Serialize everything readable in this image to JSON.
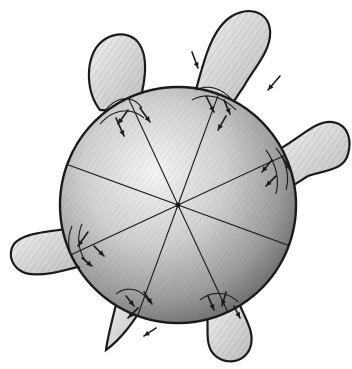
{
  "figure": {
    "sectors": 8,
    "lobes": [
      {
        "id": "top-left"
      },
      {
        "id": "top-right"
      },
      {
        "id": "right"
      },
      {
        "id": "left"
      },
      {
        "id": "bottom-left-spike"
      },
      {
        "id": "bottom-right"
      }
    ],
    "external_arrows": 3
  },
  "colors": {
    "ink": "#1a1a1a",
    "lobe_fill": "#d9d9d9",
    "sphere_highlight": "#f4f4f4",
    "sphere_shadow": "#6d6d6d",
    "background": "#ffffff"
  }
}
